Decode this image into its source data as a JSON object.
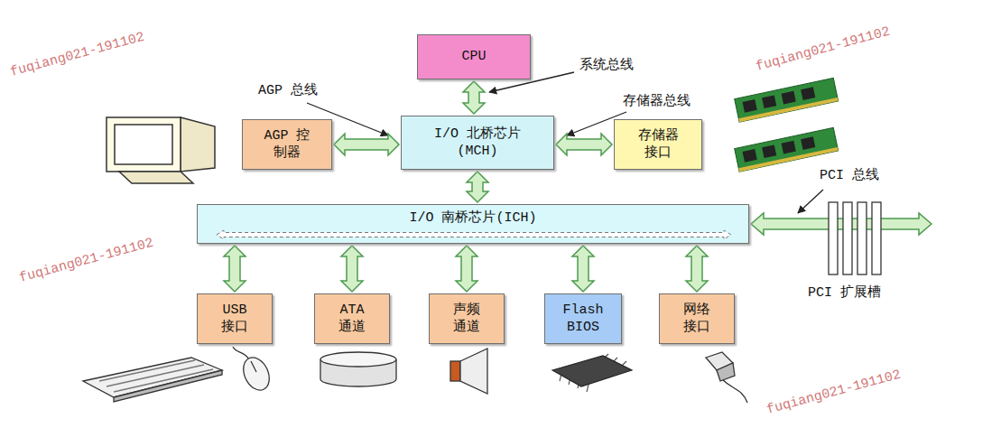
{
  "diagram": {
    "nodes": [
      {
        "text": [
          "CPU"
        ]
      },
      {
        "text": [
          "AGP 控制器"
        ]
      },
      {
        "text": [
          "I/O 北桥芯片 (MCH)"
        ]
      },
      {
        "text": [
          "存储器 接口"
        ]
      },
      {
        "text": [
          "I/O 南桥芯片(ICH)"
        ]
      },
      {
        "text": [
          "USB 接口"
        ]
      },
      {
        "text": [
          "ATA 通道"
        ]
      },
      {
        "text": [
          "声频 通道"
        ]
      },
      {
        "text": [
          "Flash BIOS"
        ]
      },
      {
        "text": [
          "网络 接口"
        ]
      }
    ],
    "edges": [
      {
        "from": 0,
        "to": 2,
        "arrow": "both",
        "label": "系统总线"
      },
      {
        "from": 1,
        "to": 2,
        "arrow": "both",
        "label": "AGP 总线"
      },
      {
        "from": 2,
        "to": 3,
        "arrow": "both",
        "label": "存储器总线"
      },
      {
        "from": 2,
        "to": 4,
        "arrow": "both"
      },
      {
        "from": 4,
        "to": 5,
        "arrow": "both"
      },
      {
        "from": 4,
        "to": 6,
        "arrow": "both"
      },
      {
        "from": 4,
        "to": 7,
        "arrow": "both"
      },
      {
        "from": 4,
        "to": 8,
        "arrow": "both"
      },
      {
        "from": 4,
        "to": 9,
        "arrow": "both"
      }
    ],
    "labels": [
      "PCI 总线",
      "PCI 扩展槽",
      "fuqiang021-191102",
      "fuqiang021-191102",
      "fuqiang021-191102",
      "fuqiang021-191102"
    ]
  }
}
